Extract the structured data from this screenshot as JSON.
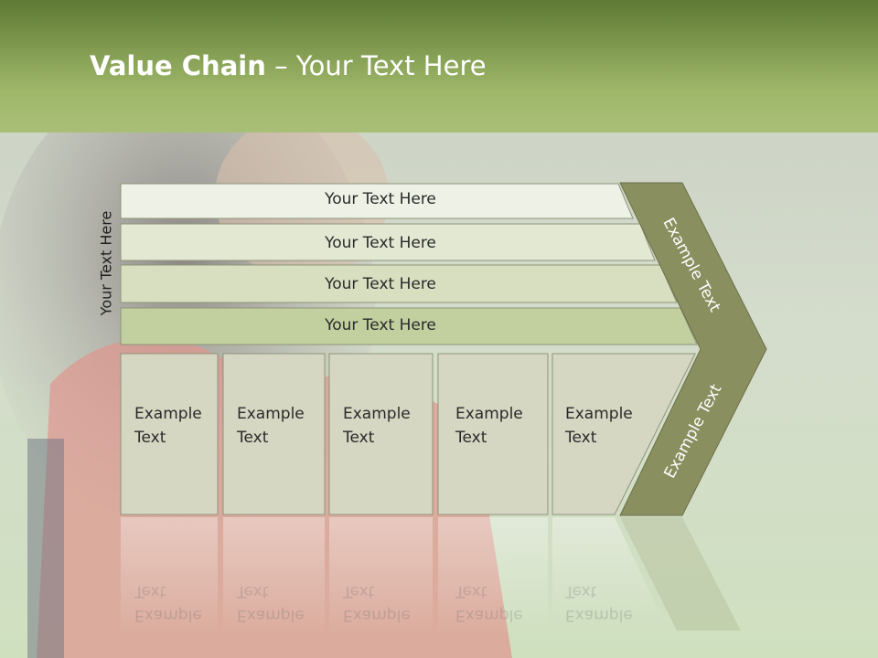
{
  "title": {
    "bold": "Value Chain",
    "rest": " – Your Text Here"
  },
  "side_label": "Your Text Here",
  "rows": [
    "Your Text Here",
    "Your Text Here",
    "Your Text Here",
    "Your Text Here"
  ],
  "columns": [
    {
      "line1": "Example",
      "line2": "Text"
    },
    {
      "line1": "Example",
      "line2": "Text"
    },
    {
      "line1": "Example",
      "line2": "Text"
    },
    {
      "line1": "Example",
      "line2": "Text"
    },
    {
      "line1": "Example",
      "line2": "Text"
    }
  ],
  "chevron": {
    "upper": "Example Text",
    "lower": "Example Text"
  },
  "colors": {
    "header_dark": "#5f7a34",
    "header_light": "#a9bf77",
    "chevron": "#8a8f60",
    "row_fill_top": "#eef1e6",
    "row_fill_bottom": "#c2d0a0",
    "column_fill": "#d6d7c3"
  }
}
